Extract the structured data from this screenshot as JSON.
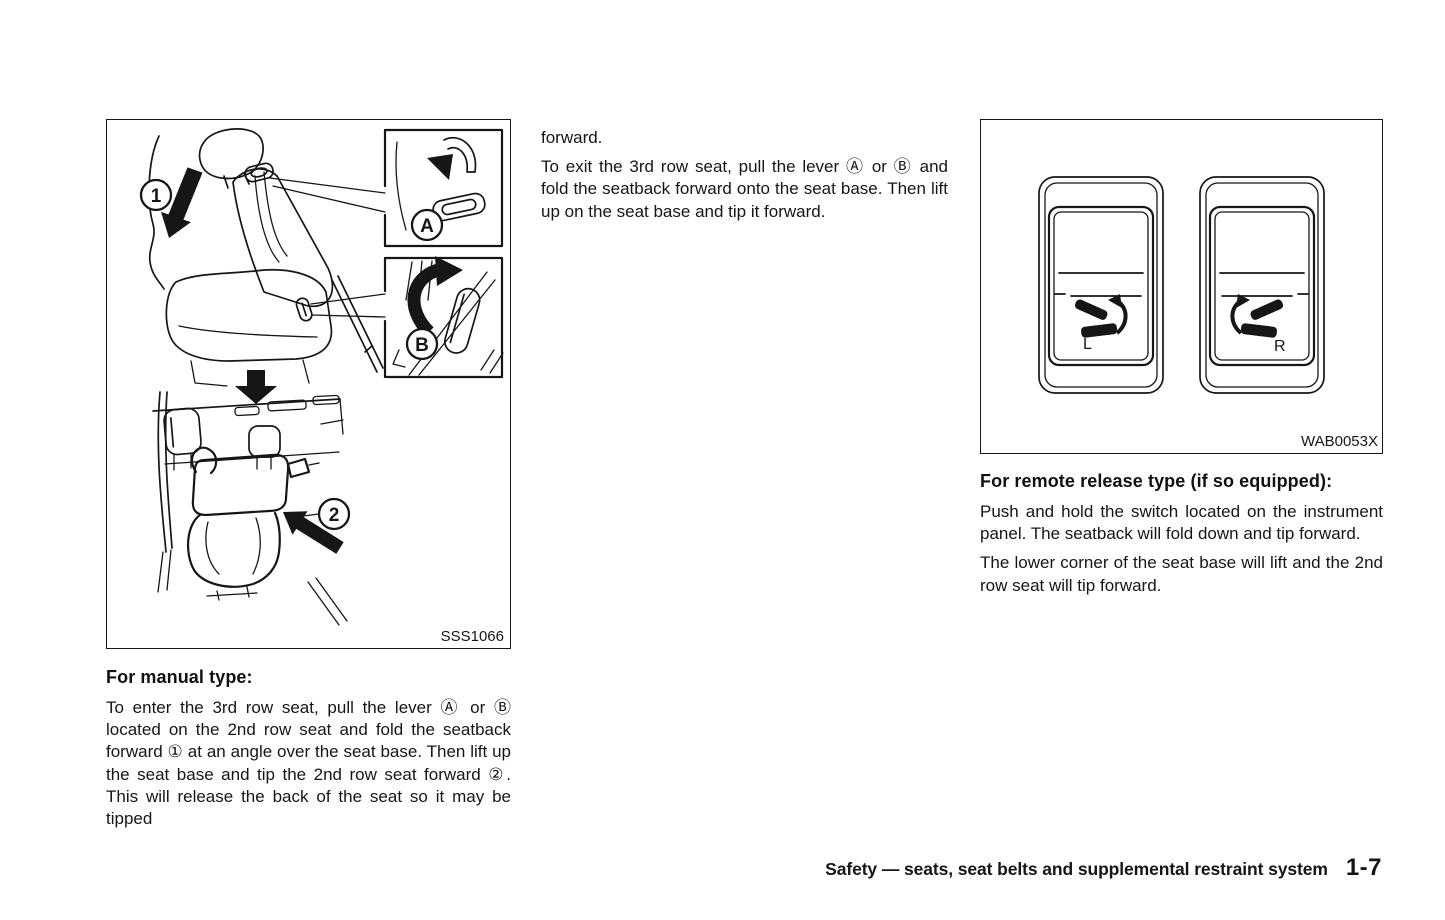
{
  "doc": {
    "footer": {
      "section": "Safety — seats, seat belts and supplemental restraint system",
      "page": "1-7"
    }
  },
  "continued_column": {
    "carryover_line": "forward.",
    "exit_paragraph": "To exit the 3rd row seat, pull the lever Ⓐ or Ⓑ and fold the seatback forward onto the seat base. Then lift up on the seat base and tip it forward."
  },
  "manual_type": {
    "heading": "For manual type:",
    "body": "To enter the 3rd row seat, pull the lever Ⓐ or Ⓑ located on the 2nd row seat and fold the seatback forward ① at an angle over the seat base. Then lift up the seat base and tip the 2nd row seat forward ②. This will release the back of the seat so it may be tipped"
  },
  "remote_type": {
    "heading": "For remote release type (if so equipped):",
    "paragraph1": "Push and hold the switch located on the instrument panel. The seatback will fold down and tip forward.",
    "paragraph2": "The lower corner of the seat base will lift and the 2nd row seat will tip forward."
  },
  "figure_manual": {
    "caption": "SSS1066",
    "callout_step_fold": "1",
    "callout_step_tip": "2",
    "callout_lever_a": "A",
    "callout_lever_b": "B"
  },
  "figure_remote": {
    "caption": "WAB0053X",
    "left_switch_label": "L",
    "right_switch_label": "R"
  }
}
